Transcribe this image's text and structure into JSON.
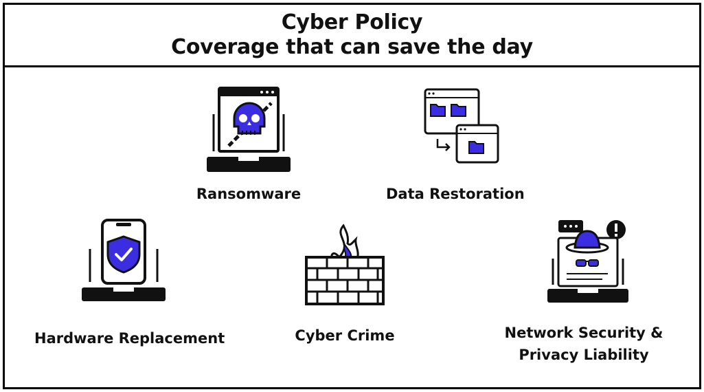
{
  "header": {
    "title": "Cyber Policy",
    "subtitle": "Coverage that can save the day"
  },
  "coverages": {
    "ransomware": {
      "label": "Ransomware",
      "icon": "skull-laptop-icon"
    },
    "data_restoration": {
      "label": "Data Restoration",
      "icon": "folder-windows-icon"
    },
    "hardware_replacement": {
      "label": "Hardware Replacement",
      "icon": "shield-phone-icon"
    },
    "cyber_crime": {
      "label": "Cyber Crime",
      "icon": "firewall-icon"
    },
    "network_security": {
      "line1": "Network Security &",
      "line2": "Privacy Liability",
      "icon": "hacker-laptop-icon"
    }
  },
  "colors": {
    "accent": "#3b2ee0",
    "ink": "#111111",
    "frame": "#000000"
  }
}
